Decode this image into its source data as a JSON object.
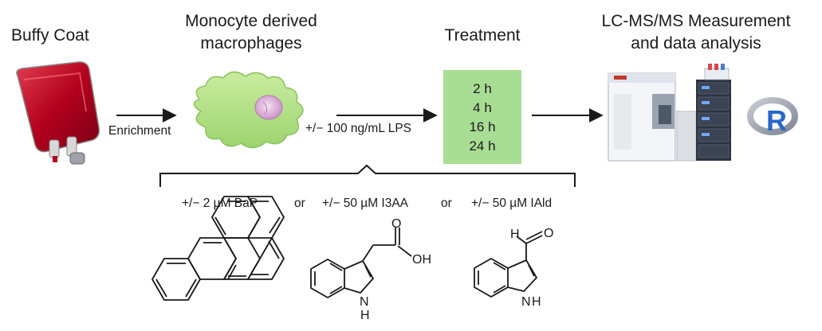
{
  "stages": {
    "buffy_coat": "Buffy Coat",
    "macrophages_line1": "Monocyte derived",
    "macrophages_line2": "macrophages",
    "treatment": "Treatment",
    "lcms_line1": "LC-MS/MS Measurement",
    "lcms_line2": "and data analysis"
  },
  "arrows": {
    "enrichment": "Enrichment",
    "lps": "+/− 100 ng/mL LPS"
  },
  "timepoints": [
    "2 h",
    "4 h",
    "16 h",
    "24 h"
  ],
  "compounds": {
    "bap": "+/− 2 µM BaP",
    "or1": "or",
    "i3aa": "+/− 50 µM I3AA",
    "or2": "or",
    "iald": "+/− 50 µM IAld"
  },
  "atom_labels": {
    "i3aa_o": "O",
    "i3aa_oh": "OH",
    "i3aa_nh": "N",
    "i3aa_h": "H",
    "iald_h": "H",
    "iald_o": "O",
    "iald_n": "N",
    "iald_nh": "H"
  },
  "software_logo": "R",
  "colors": {
    "treatment_box": "#a8dd94",
    "cell": "#b5e08a",
    "nucleus": "#d9a6d6",
    "blood_bag": "#b3001e"
  }
}
